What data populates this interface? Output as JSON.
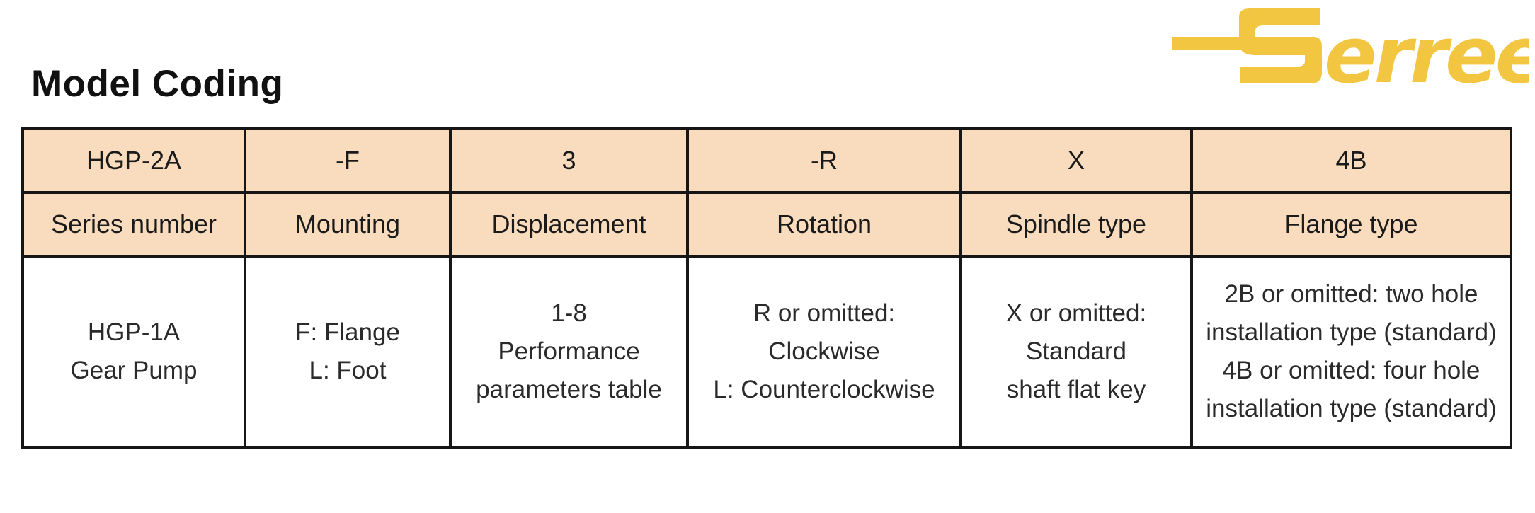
{
  "header": {
    "title": "Model Coding",
    "logo_text": "Serreen",
    "brand_color": "#f2c641"
  },
  "table": {
    "header_bg": "#f9dcbd",
    "border_color": "#161616",
    "codes": [
      "HGP-2A",
      "-F",
      "3",
      "-R",
      "X",
      "4B"
    ],
    "labels": [
      "Series number",
      "Mounting",
      "Displacement",
      "Rotation",
      "Spindle type",
      "Flange type"
    ],
    "descriptions": [
      [
        "HGP-1A",
        "Gear Pump"
      ],
      [
        "F: Flange",
        "L: Foot"
      ],
      [
        "1-8",
        "Performance",
        "parameters table"
      ],
      [
        "R or omitted:",
        "Clockwise",
        "L: Counterclockwise"
      ],
      [
        "X or omitted:",
        "Standard",
        "shaft flat key"
      ],
      [
        "2B or omitted: two hole",
        "installation type (standard)",
        "4B or omitted: four hole",
        "installation type (standard)"
      ]
    ]
  }
}
